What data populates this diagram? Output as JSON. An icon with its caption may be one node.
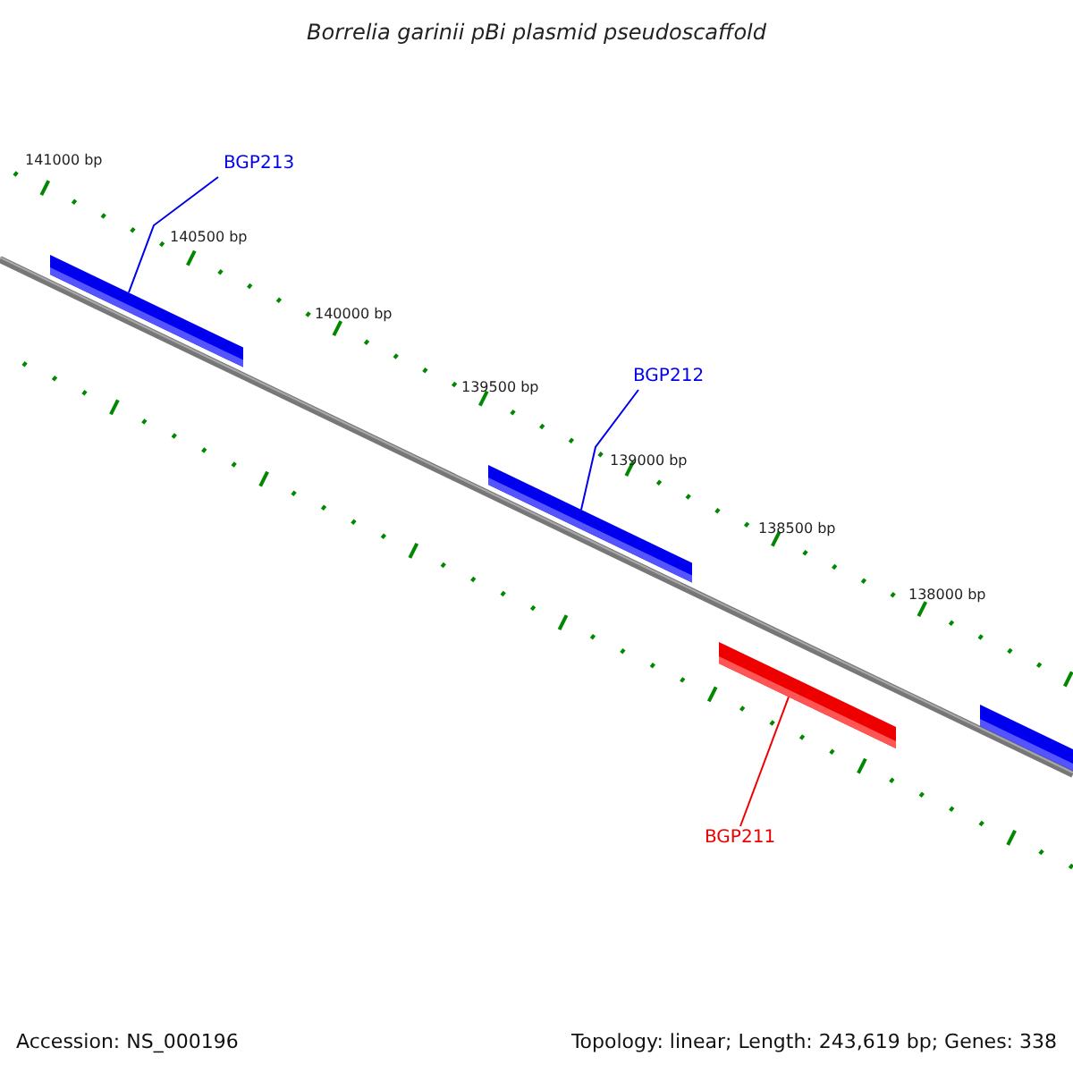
{
  "diagram": {
    "title": "Borrelia garinii pBi plasmid pseudoscaffold",
    "nodes": [
      {
        "text": [
          "BGP213"
        ]
      },
      {
        "text": [],
        "shape": "bar"
      },
      {
        "text": [
          "BGP212"
        ]
      },
      {
        "text": [],
        "shape": "bar"
      },
      {
        "text": [],
        "shape": "bar"
      },
      {
        "text": [
          "BGP211"
        ]
      },
      {
        "text": [],
        "shape": "bar"
      }
    ],
    "edges": [
      {
        "from": 0,
        "to": 1,
        "arrow": "none"
      },
      {
        "from": 2,
        "to": 3,
        "arrow": "none"
      },
      {
        "from": 5,
        "to": 4,
        "arrow": "none",
        "color": "#ee0000"
      }
    ],
    "labels": [
      "141000 bp",
      "140500 bp",
      "140000 bp",
      "139500 bp",
      "139000 bp",
      "138500 bp",
      "138000 bp",
      "Accession: NS_000196",
      "Topology: linear; Length: 243,619 bp; Genes: 338"
    ]
  }
}
